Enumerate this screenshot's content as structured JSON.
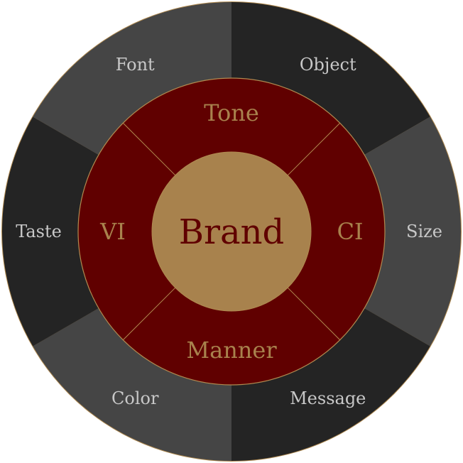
{
  "center": {
    "label": "Brand"
  },
  "middle_ring": [
    {
      "label": "Tone"
    },
    {
      "label": "CI"
    },
    {
      "label": "Manner"
    },
    {
      "label": "VI"
    }
  ],
  "outer_ring": [
    {
      "label": "Object"
    },
    {
      "label": "Size"
    },
    {
      "label": "Message"
    },
    {
      "label": "Color"
    },
    {
      "label": "Taste"
    },
    {
      "label": "Font"
    }
  ],
  "colors": {
    "outer_dark": "#242424",
    "outer_light": "#454545",
    "middle": "#600000",
    "center": "#a8824d",
    "border": "#b08a50",
    "outer_text": "#c8c8c8",
    "middle_text": "#a8824d",
    "center_text": "#600000"
  }
}
